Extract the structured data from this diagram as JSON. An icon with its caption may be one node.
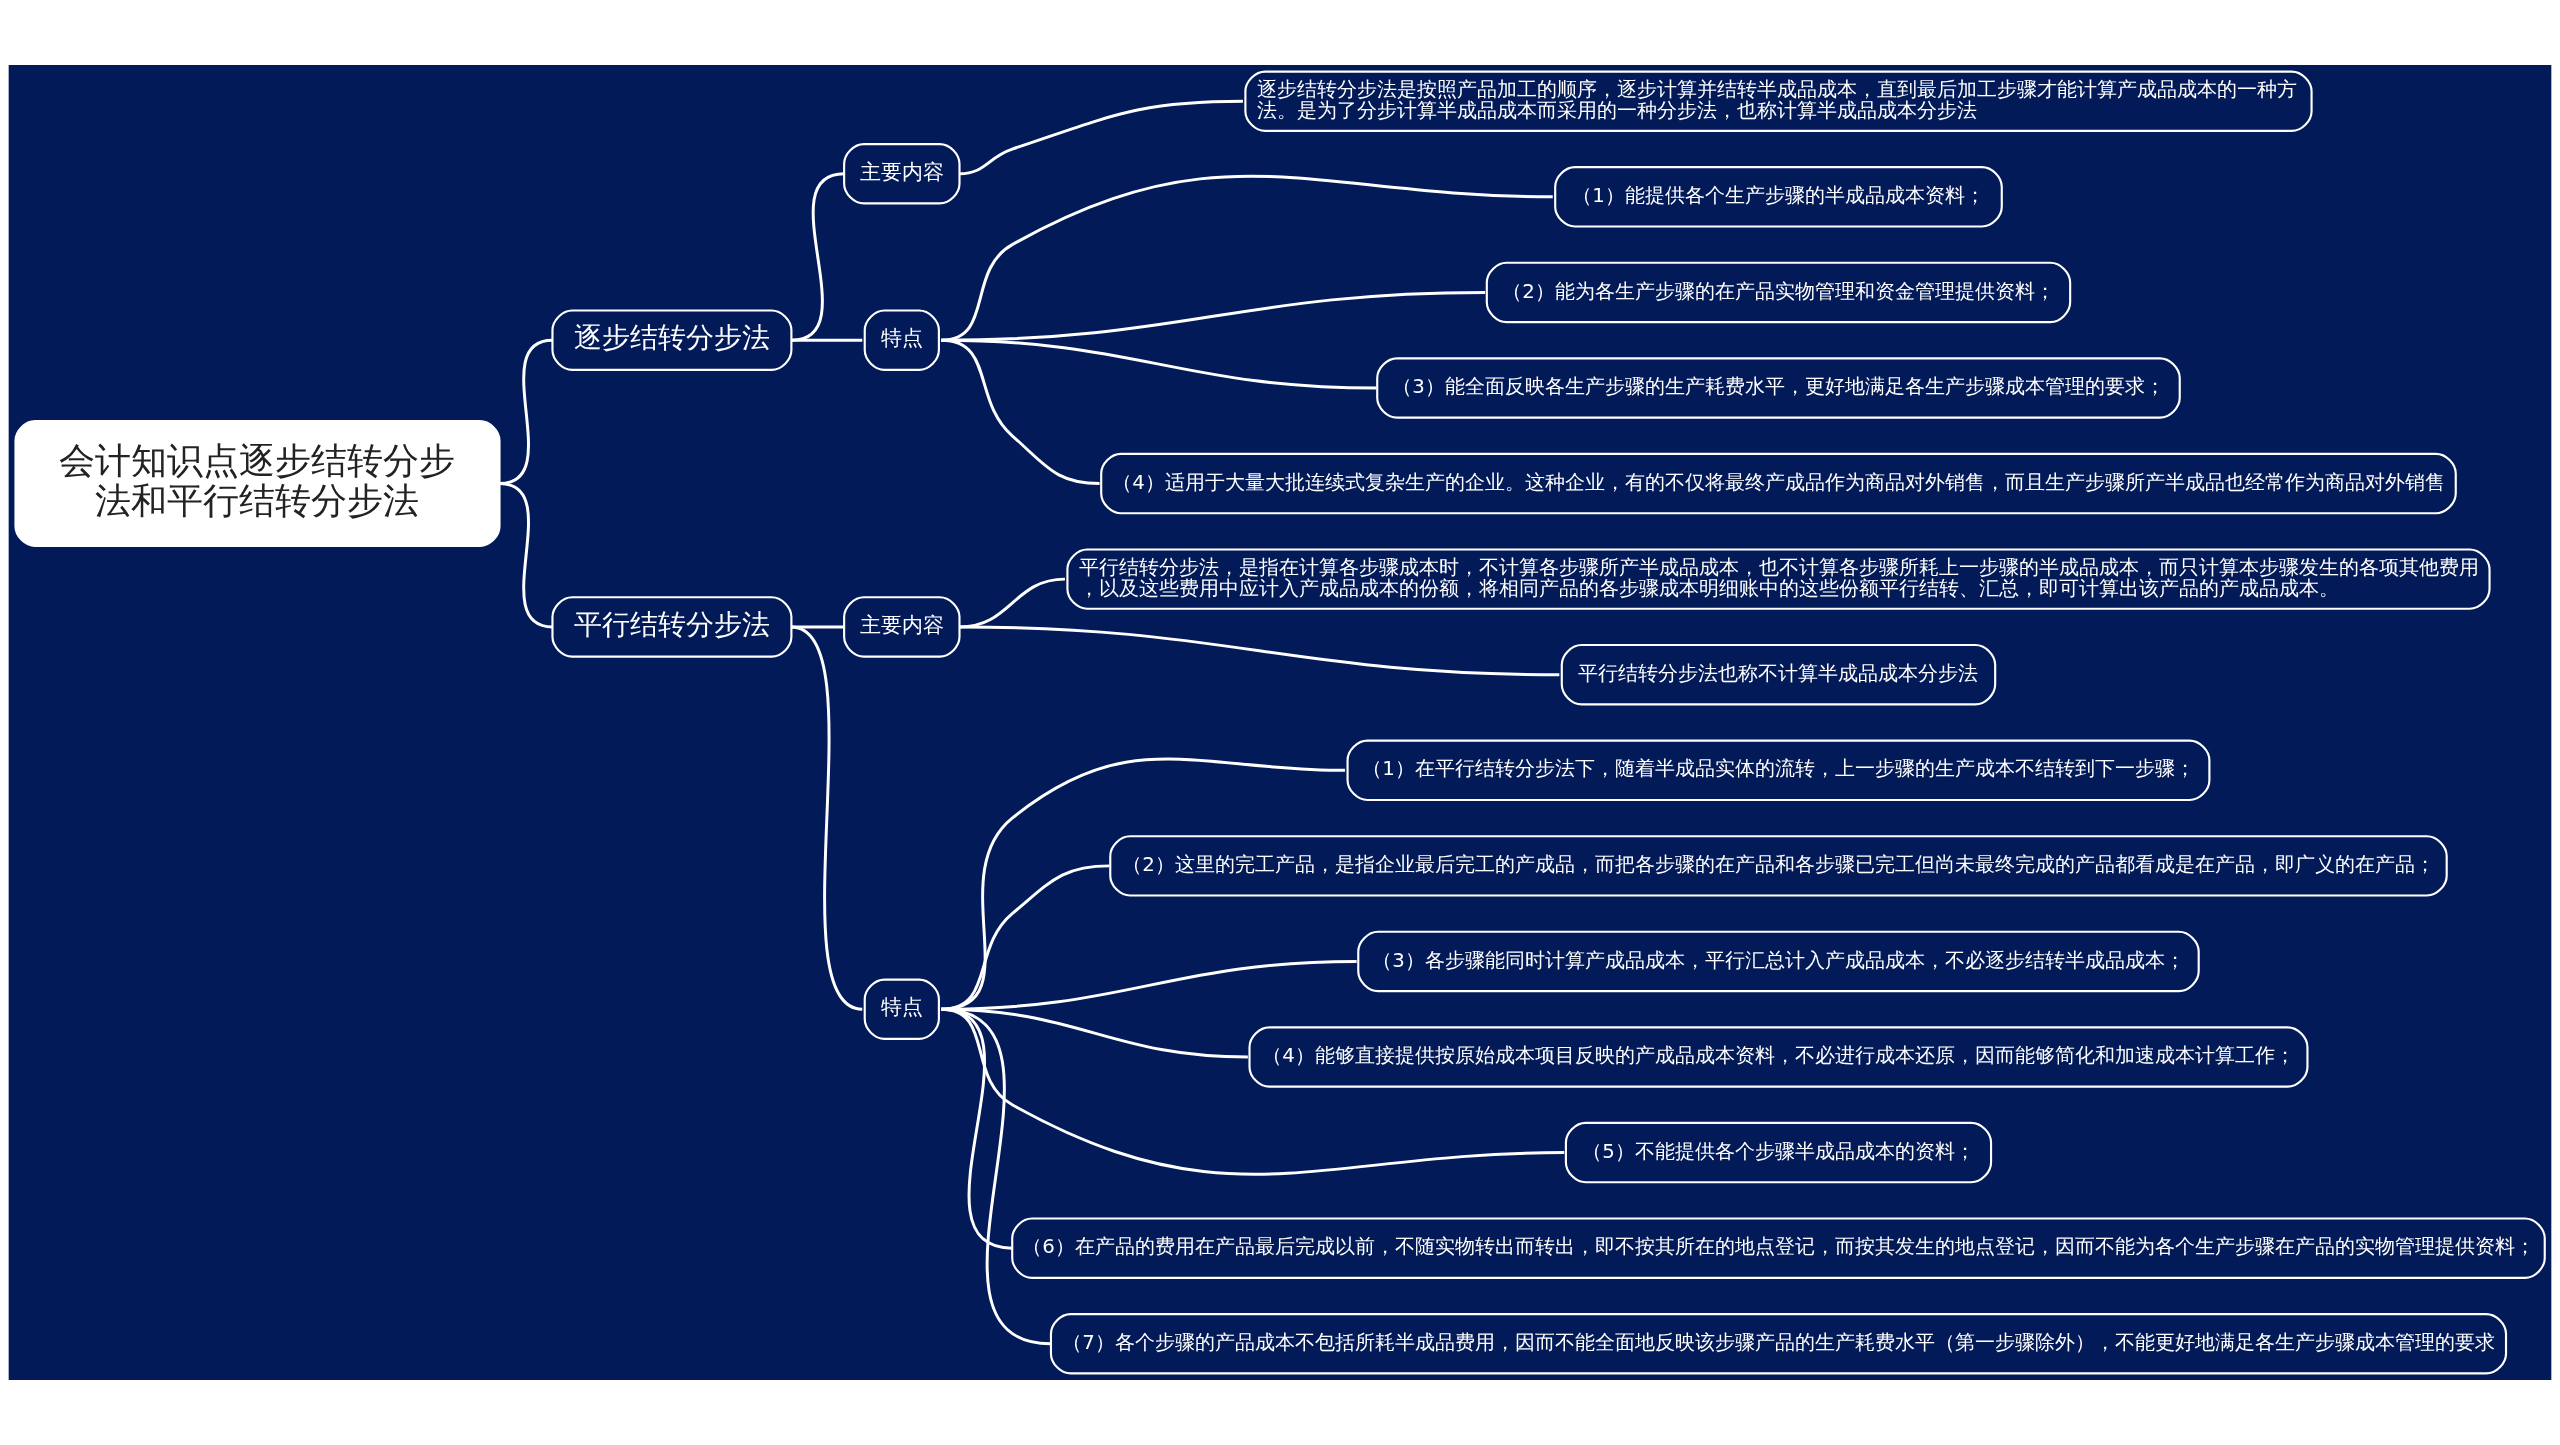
{
  "diagram": {
    "nodes": [
      {
        "text": [
          "会计知识点逐步结转分步法和平行结转分步法"
        ]
      },
      {
        "text": [
          "逐步结转分步法"
        ]
      },
      {
        "text": [
          "主要内容"
        ]
      },
      {
        "text": [
          "逐步结转分步法是按照产品加工的顺序，逐步计算并结转半成品成本，直到最后加工步骤才能计算产成品成本的一种方法。是为了分步计算半成品成本而采用的一种分步法，也称计算半成品成本分步法"
        ]
      },
      {
        "text": [
          "特点"
        ]
      },
      {
        "text": [
          "（1）能提供各个生产步骤的半成品成本资料；"
        ]
      },
      {
        "text": [
          "（2）能为各生产步骤的在产品实物管理和资金管理提供资料；"
        ]
      },
      {
        "text": [
          "（3）能全面反映各生产步骤的生产耗费水平，更好地满足各生产步骤成本管理的要求；"
        ]
      },
      {
        "text": [
          "（4）适用于大量大批连续式复杂生产的企业。这种企业，有的不仅将最终产成品作为商品对外销售，而且生产步骤所产半成品也经常作为商品对外销售"
        ]
      },
      {
        "text": [
          "平行结转分步法"
        ]
      },
      {
        "text": [
          "主要内容"
        ]
      },
      {
        "text": [
          "平行结转分步法，是指在计算各步骤成本时，不计算各步骤所产半成品成本，也不计算各步骤所耗上一步骤的半成品成本，而只计算本步骤发生的各项其他费用，以及这些费用中应计入产成品成本的份额，将相同产品的各步骤成本明细账中的这些份额平行结转、汇总，即可计算出该产品的产成品成本。"
        ]
      },
      {
        "text": [
          "平行结转分步法也称不计算半成品成本分步法"
        ]
      },
      {
        "text": [
          "特点"
        ]
      },
      {
        "text": [
          "（1）在平行结转分步法下，随着半成品实体的流转，上一步骤的生产成本不结转到下一步骤；"
        ]
      },
      {
        "text": [
          "（2）这里的完工产品，是指企业最后完工的产成品，而把各步骤的在产品和各步骤已完工但尚未最终完成的产品都看成是在产品，即广义的在产品；"
        ]
      },
      {
        "text": [
          "（3）各步骤能同时计算产成品成本，平行汇总计入产成品成本，不必逐步结转半成品成本；"
        ]
      },
      {
        "text": [
          "（4）能够直接提供按原始成本项目反映的产成品成本资料，不必进行成本还原，因而能够简化和加速成本计算工作；"
        ]
      },
      {
        "text": [
          "（5）不能提供各个步骤半成品成本的资料；"
        ]
      },
      {
        "text": [
          "（6）在产品的费用在产品最后完成以前，不随实物转出而转出，即不按其所在的地点登记，而按其发生的地点登记，因而不能为各个生产步骤在产品的实物管理提供资料；"
        ]
      },
      {
        "text": [
          "（7）各个步骤的产品成本不包括所耗半成品费用，因而不能全面地反映该步骤产品的生产耗费水平（第一步骤除外），不能更好地满足各生产步骤成本管理的要求"
        ]
      }
    ],
    "edges": [
      {
        "from": 0,
        "to": 1,
        "arrow": "none"
      },
      {
        "from": 1,
        "to": 2,
        "arrow": "none"
      },
      {
        "from": 2,
        "to": 3,
        "arrow": "none"
      },
      {
        "from": 1,
        "to": 4,
        "arrow": "none"
      },
      {
        "from": 4,
        "to": 5,
        "arrow": "none"
      },
      {
        "from": 4,
        "to": 6,
        "arrow": "none"
      },
      {
        "from": 4,
        "to": 7,
        "arrow": "none"
      },
      {
        "from": 4,
        "to": 8,
        "arrow": "none"
      },
      {
        "from": 0,
        "to": 9,
        "arrow": "none"
      },
      {
        "from": 9,
        "to": 10,
        "arrow": "none"
      },
      {
        "from": 10,
        "to": 11,
        "arrow": "none"
      },
      {
        "from": 10,
        "to": 12,
        "arrow": "none"
      },
      {
        "from": 9,
        "to": 13,
        "arrow": "none"
      },
      {
        "from": 13,
        "to": 14,
        "arrow": "none"
      },
      {
        "from": 13,
        "to": 15,
        "arrow": "none"
      },
      {
        "from": 13,
        "to": 16,
        "arrow": "none"
      },
      {
        "from": 13,
        "to": 17,
        "arrow": "none"
      },
      {
        "from": 13,
        "to": 18,
        "arrow": "none"
      },
      {
        "from": 13,
        "to": 19,
        "arrow": "none"
      },
      {
        "from": 13,
        "to": 20,
        "arrow": "none"
      }
    ]
  }
}
